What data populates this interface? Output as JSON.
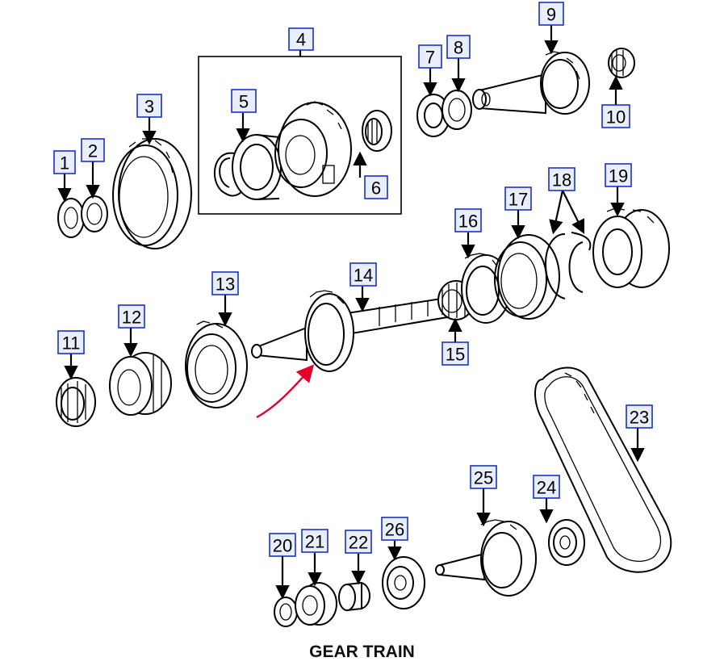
{
  "caption": "GEAR TRAIN",
  "callouts": {
    "c1": "1",
    "c2": "2",
    "c3": "3",
    "c4": "4",
    "c5": "5",
    "c6": "6",
    "c7": "7",
    "c8": "8",
    "c9": "9",
    "c10": "10",
    "c11": "11",
    "c12": "12",
    "c13": "13",
    "c14": "14",
    "c15": "15",
    "c16": "16",
    "c17": "17",
    "c18": "18",
    "c19": "19",
    "c20": "20",
    "c21": "21",
    "c22": "22",
    "c23": "23",
    "c24": "24",
    "c25": "25",
    "c26": "26"
  },
  "colors": {
    "label_border": "#1a2fd0",
    "annotation_arrow": "#e0002a"
  }
}
